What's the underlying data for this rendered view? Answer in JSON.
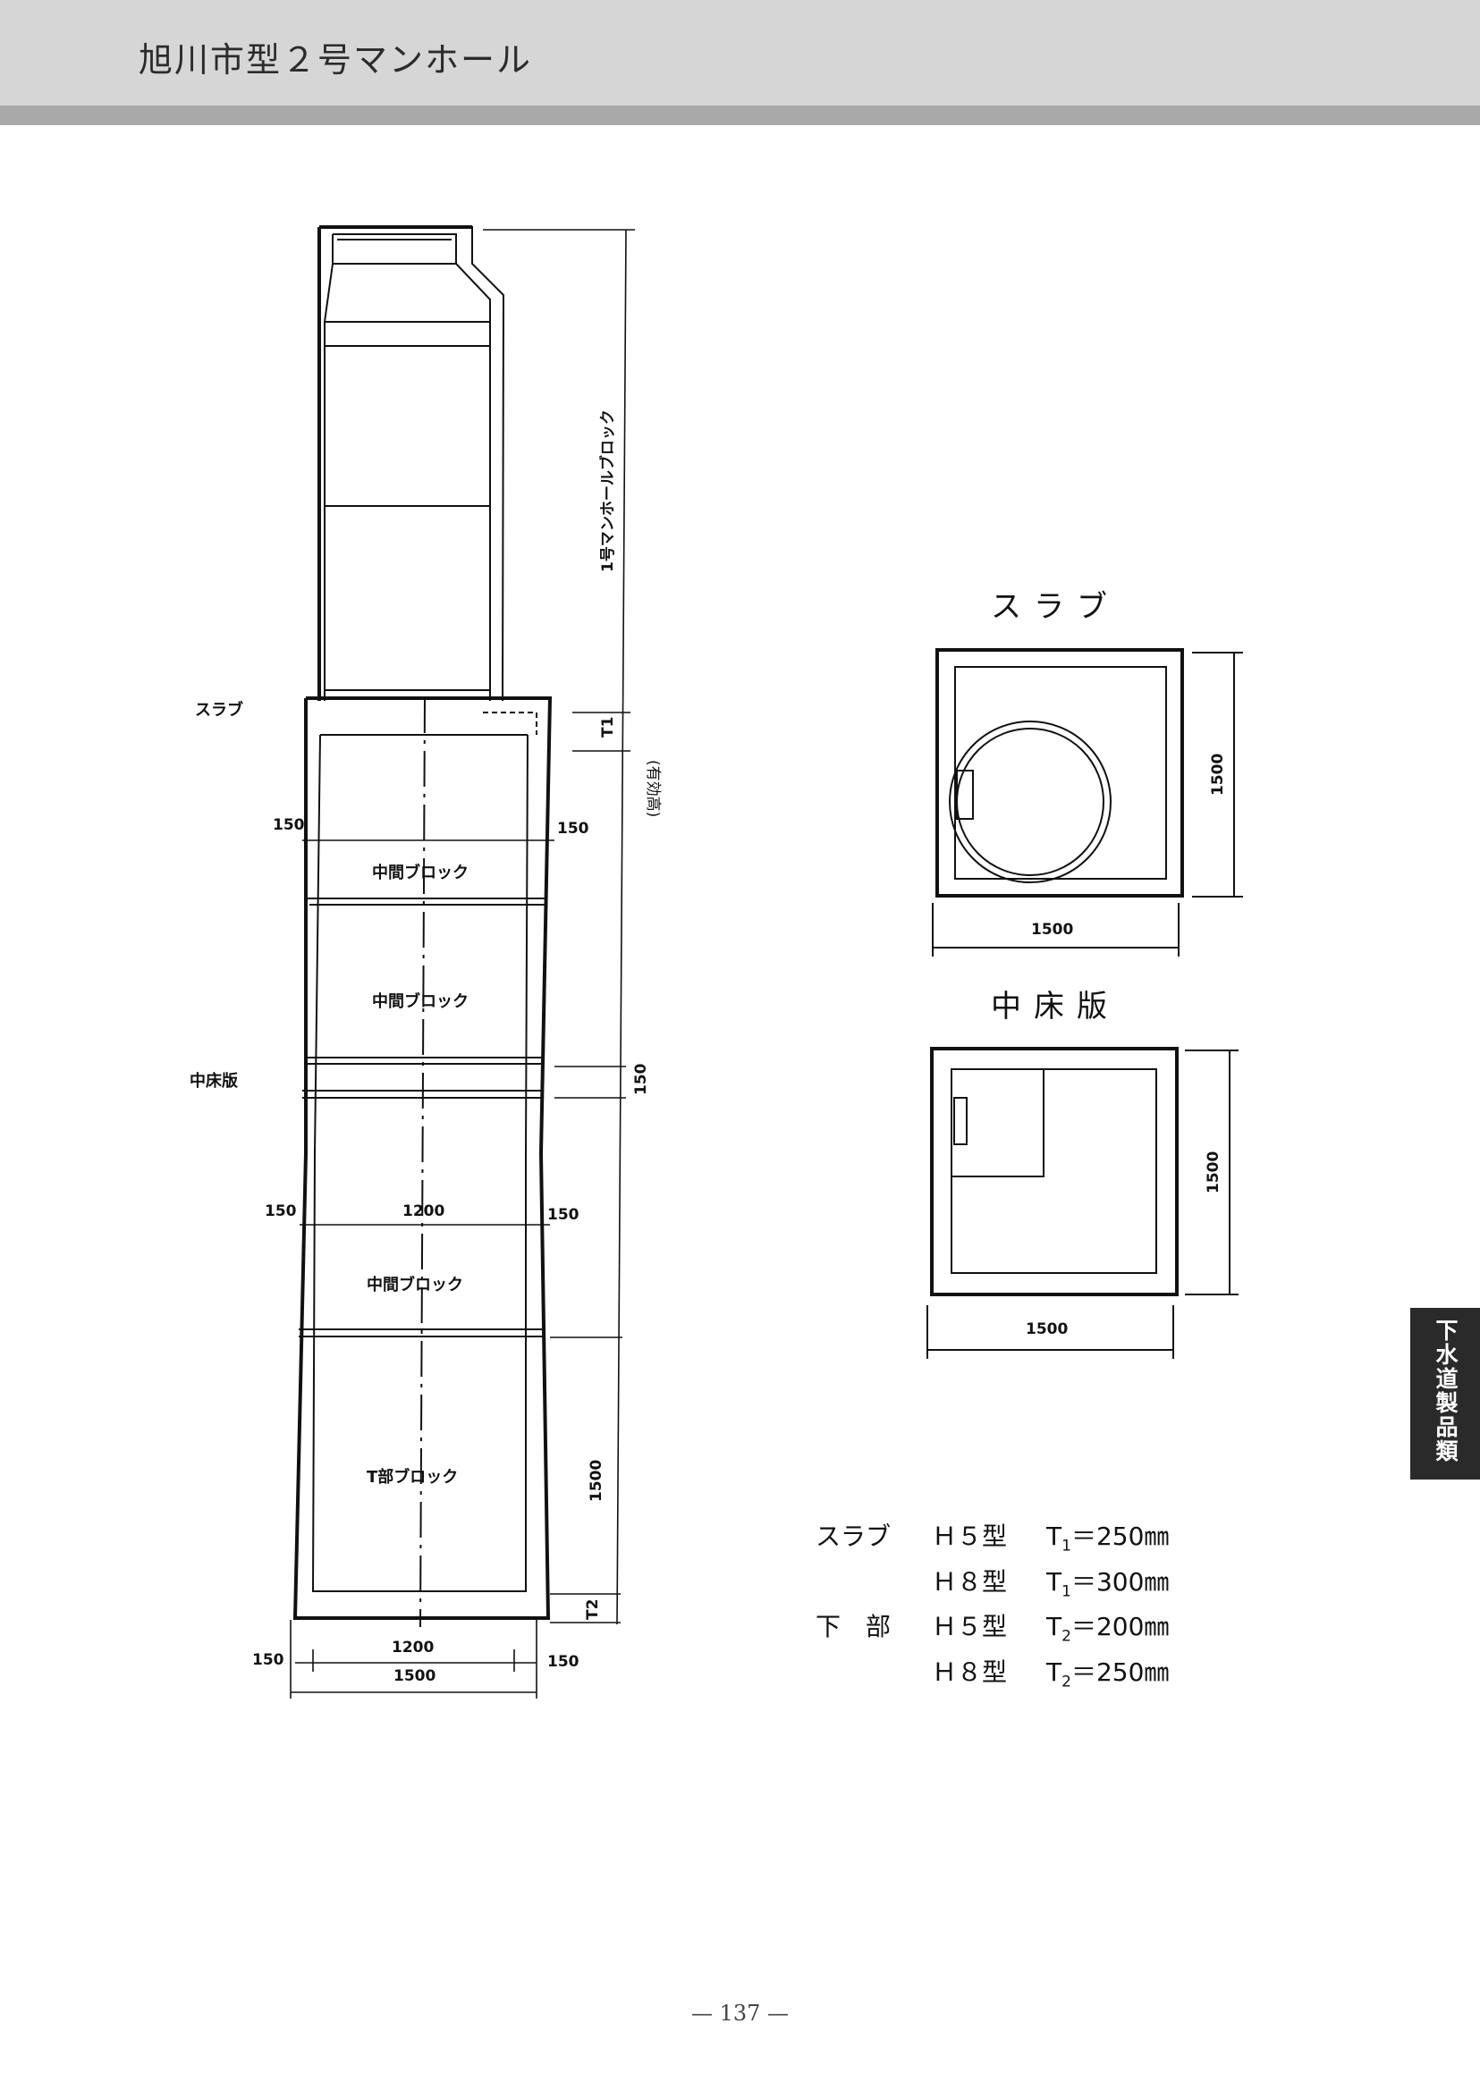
{
  "header": {
    "title": "旭川市型２号マンホール"
  },
  "elevation": {
    "labels": {
      "slab": "スラブ",
      "middle_floor": "中床版"
    },
    "vertical_dims": {
      "top_block": "1号マンホールブロック",
      "t1": "T1",
      "effective_height": "(有効高)",
      "floor_thickness": "150",
      "bottom_height": "1500",
      "t2": "T2"
    },
    "blocks": [
      "中間ブロック",
      "中間ブロック",
      "中間ブロック",
      "T部ブロック"
    ],
    "dims": {
      "upper_left": "150",
      "upper_right": "150",
      "mid_left": "150",
      "mid_center": "1200",
      "mid_right": "150",
      "bottom_left": "150",
      "bottom_inner": "1200",
      "bottom_outer": "1500",
      "bottom_right": "150"
    }
  },
  "plan_slab": {
    "title": "スラブ",
    "width": "1500",
    "depth": "1500"
  },
  "plan_floor": {
    "title": "中床版",
    "width": "1500",
    "depth": "1500"
  },
  "specs": [
    {
      "part": "スラブ",
      "type": "Ｈ５型",
      "t": "T",
      "sub": "1",
      "value": "＝250㎜"
    },
    {
      "part": "",
      "type": "Ｈ８型",
      "t": "T",
      "sub": "1",
      "value": "＝300㎜"
    },
    {
      "part": "下　部",
      "type": "Ｈ５型",
      "t": "T",
      "sub": "2",
      "value": "＝200㎜"
    },
    {
      "part": "",
      "type": "Ｈ８型",
      "t": "T",
      "sub": "2",
      "value": "＝250㎜"
    }
  ],
  "side_tab": "下水道製品類",
  "page_number": "— 137 —"
}
